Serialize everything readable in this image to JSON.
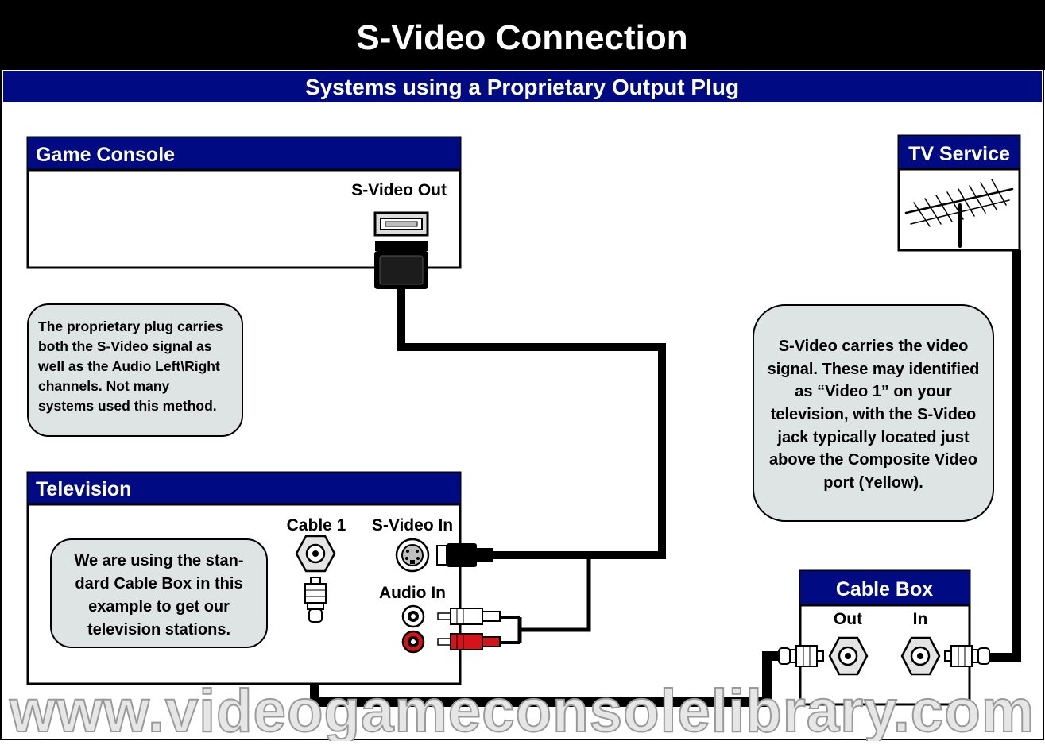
{
  "header": {
    "title": "S-Video Connection",
    "subtitle": "Systems using a Proprietary Output Plug"
  },
  "colors": {
    "header_bg": "#000000",
    "accent_blue": "#000a82",
    "note_bg": "#dde4e3",
    "audio_red": "#d8121a",
    "cable": "#000000"
  },
  "game_console": {
    "title": "Game Console",
    "port_label": "S-Video Out",
    "note_lines": [
      "The proprietary plug carries",
      "both the S-Video signal as",
      "well as the Audio Left\\Right",
      "channels.  Not many",
      "systems used this method."
    ]
  },
  "television": {
    "title": "Television",
    "cable_label": "Cable 1",
    "svideo_label": "S-Video In",
    "audio_label": "Audio In",
    "note_lines": [
      "We are using the stan-",
      "dard Cable Box in this",
      "example to get our",
      "television stations."
    ]
  },
  "tv_service": {
    "title": "TV Service",
    "icon": "antenna-icon"
  },
  "cable_box": {
    "title": "Cable Box",
    "out_label": "Out",
    "in_label": "In"
  },
  "svideo_note": {
    "lines": [
      "S-Video carries the video",
      "signal.  These may identified",
      "as “Video 1” on your",
      "television, with the S-Video",
      "jack typically located just",
      "above the Composite Video",
      "port (Yellow)."
    ]
  },
  "watermark": "www.videogameconsolelibrary.com"
}
